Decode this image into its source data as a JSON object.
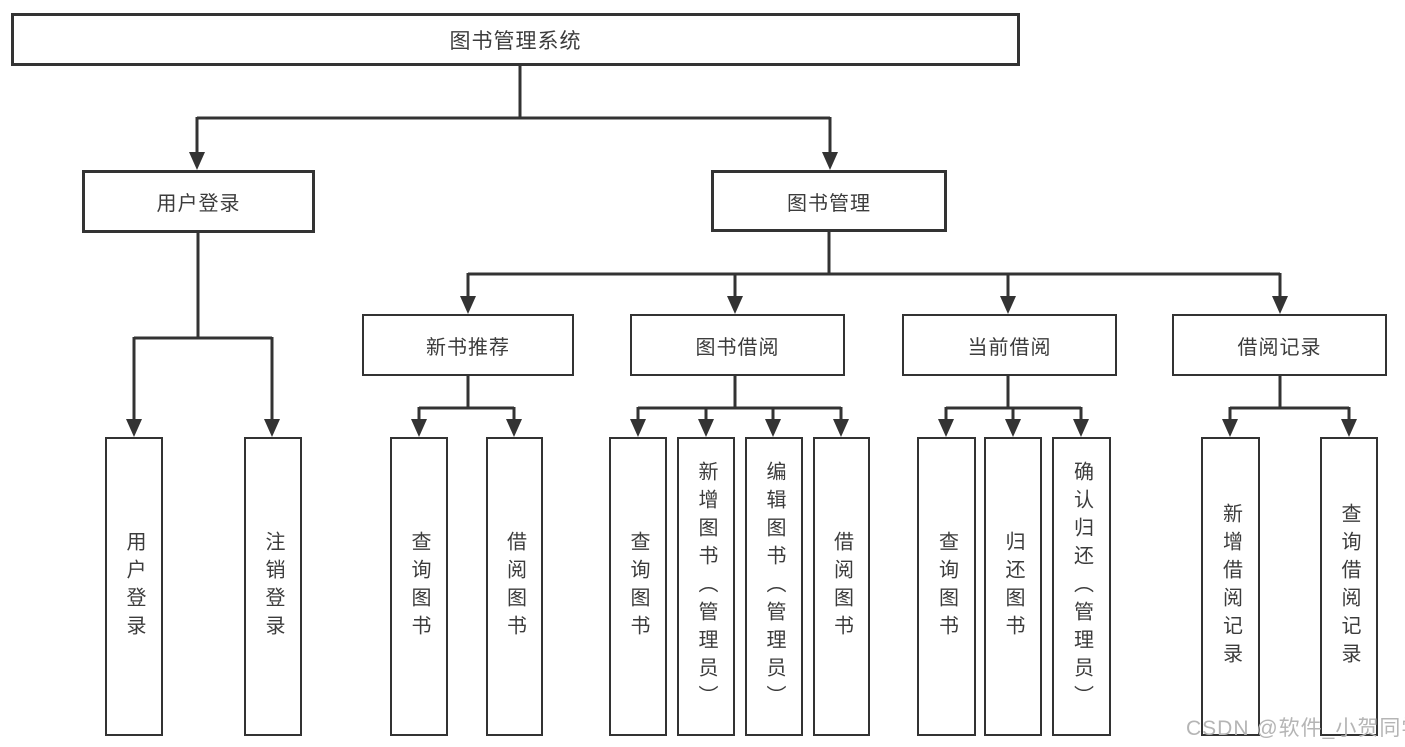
{
  "diagram": {
    "root": {
      "label": "图书管理系统"
    },
    "user_login": {
      "label": "用户登录",
      "children": [
        {
          "label": "用户登录"
        },
        {
          "label": "注销登录"
        }
      ]
    },
    "book_mgmt": {
      "label": "图书管理",
      "children": [
        {
          "label": "新书推荐",
          "children": [
            {
              "label": "查询图书"
            },
            {
              "label": "借阅图书"
            }
          ]
        },
        {
          "label": "图书借阅",
          "children": [
            {
              "label": "查询图书"
            },
            {
              "label": "新增图书（管理员）"
            },
            {
              "label": "编辑图书（管理员）"
            },
            {
              "label": "借阅图书"
            }
          ]
        },
        {
          "label": "当前借阅",
          "children": [
            {
              "label": "查询图书"
            },
            {
              "label": "归还图书"
            },
            {
              "label": "确认归还（管理员）"
            }
          ]
        },
        {
          "label": "借阅记录",
          "children": [
            {
              "label": "新增借阅记录"
            },
            {
              "label": "查询借阅记录"
            }
          ]
        }
      ]
    }
  },
  "watermark": {
    "text": "CSDN @软件_小贺同学"
  },
  "colors": {
    "line": "#333333",
    "box_border": "#333333",
    "box_background": "#ffffff",
    "text": "#3c3c3c",
    "watermark": "#b5b5b5"
  }
}
